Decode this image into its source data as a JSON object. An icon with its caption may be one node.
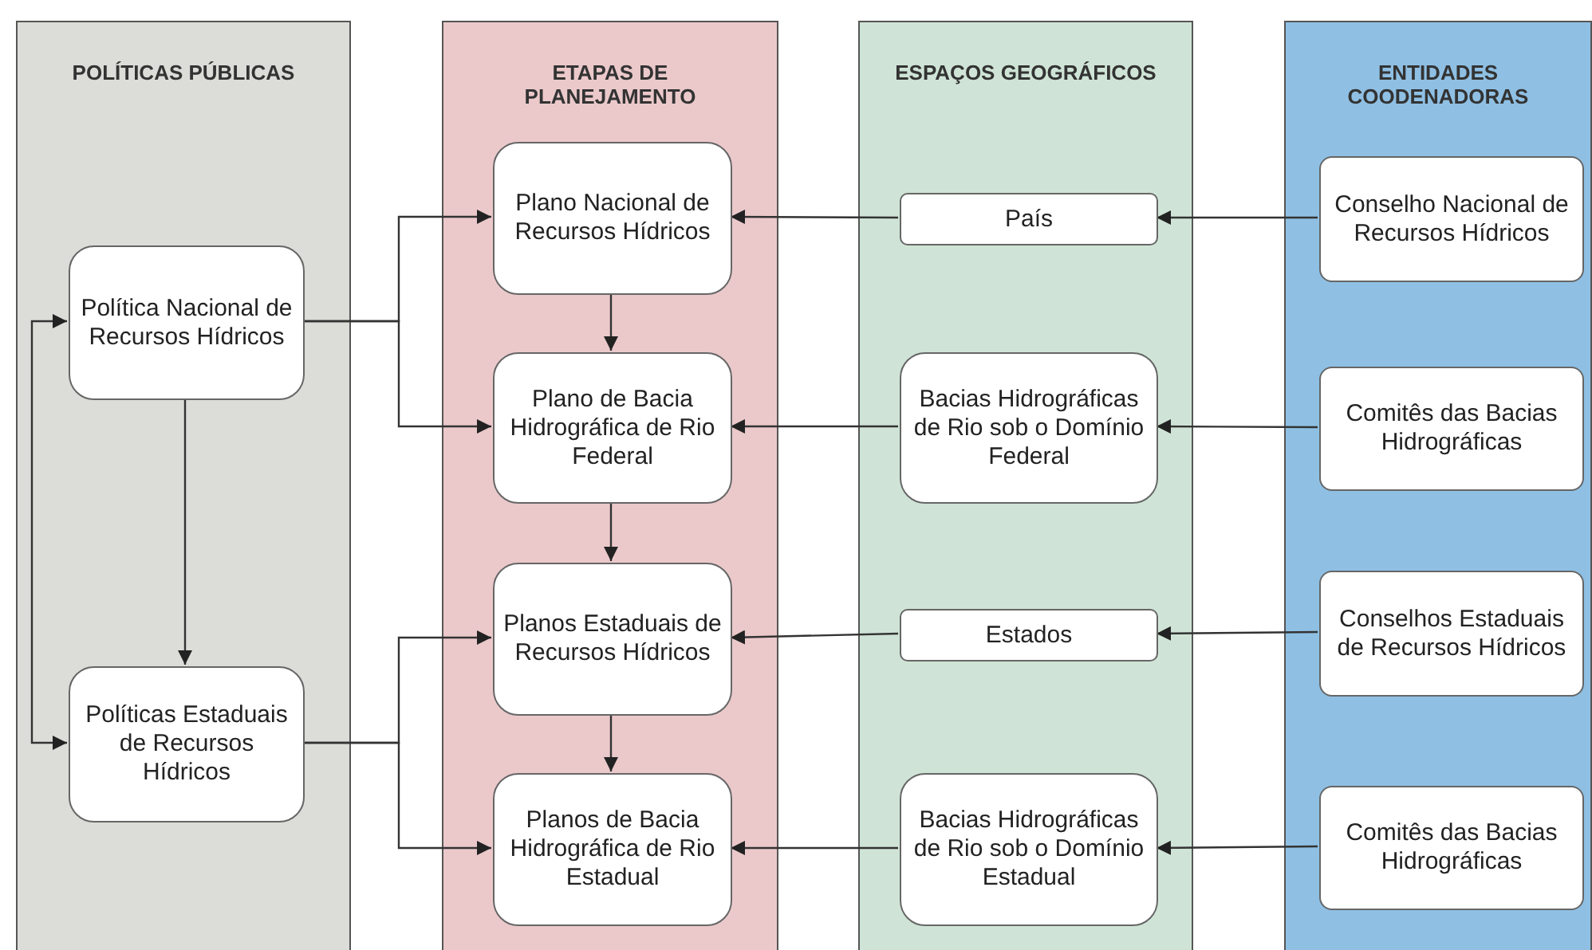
{
  "diagram": {
    "nodes": [
      {
        "text": [
          "POLÍTICAS PÚBLICAS"
        ]
      },
      {
        "text": [
          "Política Nacional de Recursos Hídricos"
        ],
        "in": 0
      },
      {
        "text": [
          "Políticas Estaduais de Recursos Hídricos"
        ],
        "in": 0
      },
      {
        "text": [
          "ETAPAS DE PLANEJAMENTO"
        ]
      },
      {
        "text": [
          "Plano Nacional de Recursos Hídricos"
        ],
        "in": 3
      },
      {
        "text": [
          "Plano de Bacia Hidrográfica de Rio Federal"
        ],
        "in": 3
      },
      {
        "text": [
          "Planos Estaduais de Recursos Hídricos"
        ],
        "in": 3
      },
      {
        "text": [
          "Planos de Bacia Hidrográfica de Rio Estadual"
        ],
        "in": 3
      },
      {
        "text": [
          "ESPAÇOS GEOGRÁFICOS"
        ]
      },
      {
        "text": [
          "País"
        ],
        "in": 8
      },
      {
        "text": [
          "Bacias Hidrográficas de Rio sob o Domínio Federal"
        ],
        "in": 8
      },
      {
        "text": [
          "Estados"
        ],
        "in": 8
      },
      {
        "text": [
          "Bacias Hidrográficas de Rio sob o Domínio Estadual"
        ],
        "in": 8
      },
      {
        "text": [
          "ENTIDADES COODENADORAS"
        ]
      },
      {
        "text": [
          "Conselho Nacional de Recursos Hídricos"
        ],
        "in": 13
      },
      {
        "text": [
          "Comitês das Bacias Hidrográficas"
        ],
        "in": 13
      },
      {
        "text": [
          "Conselhos Estaduais de Recursos Hídricos"
        ],
        "in": 13
      },
      {
        "text": [
          "Comitês das Bacias Hidrográficas"
        ],
        "in": 13
      }
    ],
    "edges": [
      {
        "from": 1,
        "to": 4,
        "arrow": "to"
      },
      {
        "from": 1,
        "to": 5,
        "arrow": "to"
      },
      {
        "from": 2,
        "to": 6,
        "arrow": "to"
      },
      {
        "from": 2,
        "to": 7,
        "arrow": "to"
      },
      {
        "from": 1,
        "to": 2,
        "arrow": "to"
      },
      {
        "from": 1,
        "to": 2,
        "arrow": "both"
      },
      {
        "from": 4,
        "to": 5,
        "arrow": "to"
      },
      {
        "from": 5,
        "to": 6,
        "arrow": "to"
      },
      {
        "from": 6,
        "to": 7,
        "arrow": "to"
      },
      {
        "from": 9,
        "to": 4,
        "arrow": "to"
      },
      {
        "from": 10,
        "to": 5,
        "arrow": "to"
      },
      {
        "from": 11,
        "to": 6,
        "arrow": "to"
      },
      {
        "from": 12,
        "to": 7,
        "arrow": "to"
      },
      {
        "from": 14,
        "to": 9,
        "arrow": "to"
      },
      {
        "from": 15,
        "to": 10,
        "arrow": "to"
      },
      {
        "from": 16,
        "to": 11,
        "arrow": "to"
      },
      {
        "from": 17,
        "to": 12,
        "arrow": "to"
      }
    ]
  }
}
